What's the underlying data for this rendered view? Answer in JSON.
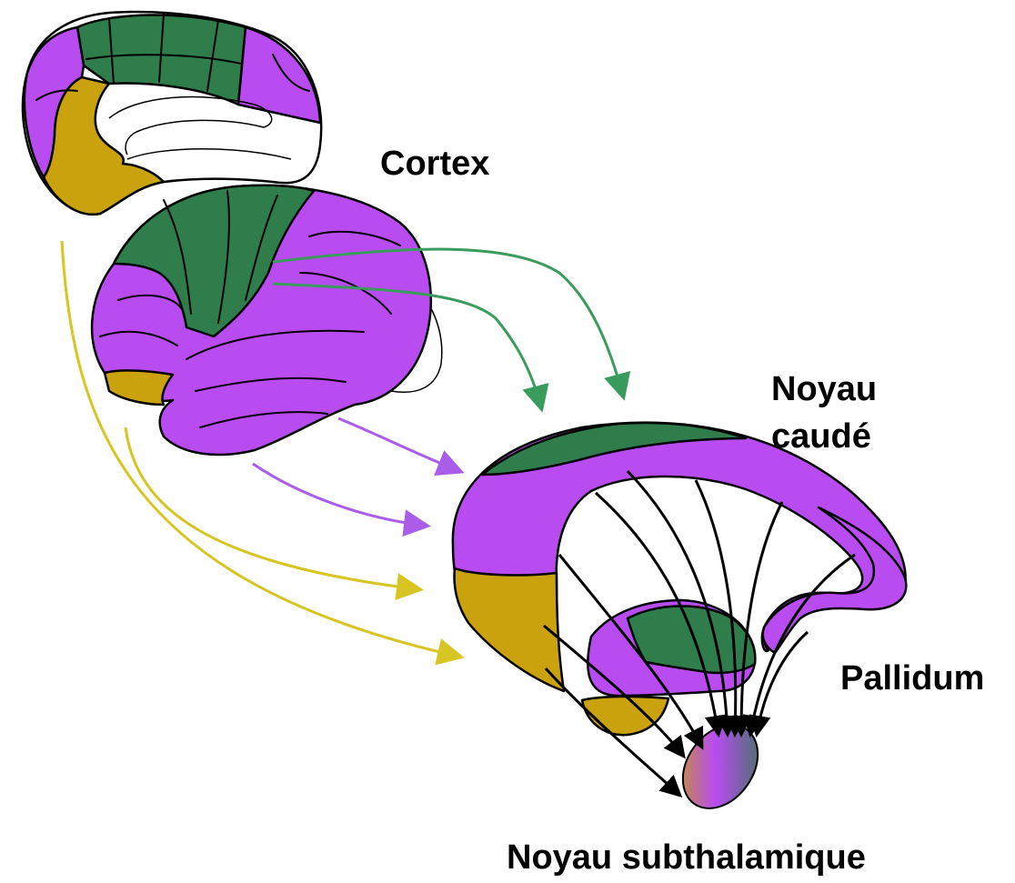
{
  "labels": {
    "cortex": "Cortex",
    "caudate_line1": "Noyau",
    "caudate_line2": "caudé",
    "pallidum": "Pallidum",
    "subthalamic": "Noyau subthalamique"
  },
  "colors": {
    "motor_green": "#2e7d4a",
    "associative_purple": "#b84cf0",
    "limbic_ochre": "#c9a20e",
    "motor_arrow": "#3a9c5c",
    "associative_arrow": "#a95de8",
    "limbic_arrow": "#d7c524",
    "internal_arrow": "#000000"
  }
}
